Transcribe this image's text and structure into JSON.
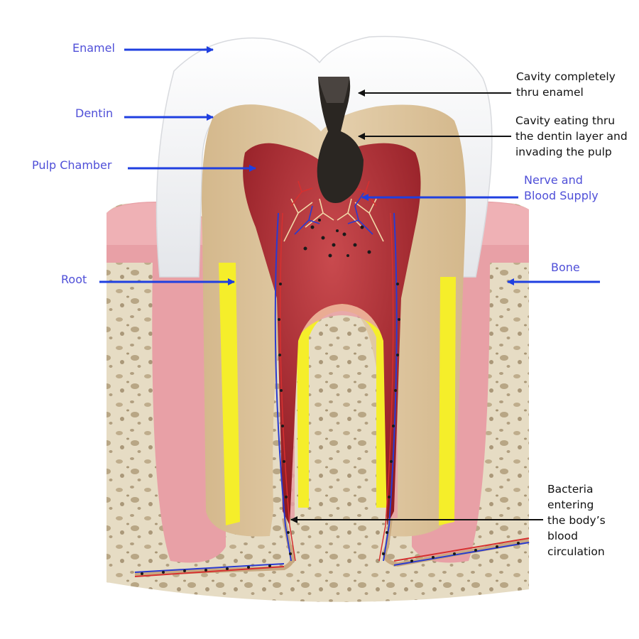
{
  "diagram": {
    "left_labels": {
      "enamel": "Enamel",
      "dentin": "Dentin",
      "pulp_chamber": "Pulp Chamber",
      "root": "Root"
    },
    "right_labels": {
      "nerve": [
        "Nerve and",
        "Blood Supply"
      ],
      "bone": "Bone"
    },
    "annotations": {
      "cavity_enamel": [
        "Cavity completely",
        "thru enamel"
      ],
      "cavity_dentin": [
        "Cavity eating thru",
        "the dentin layer and",
        "invading the pulp"
      ],
      "bacteria": [
        "Bacteria",
        "entering",
        "the body’s",
        "blood",
        "circulation"
      ]
    },
    "colors": {
      "label_blue": "#4f4fd8",
      "arrow_blue": "#1f3fe0",
      "enamel": "#f1f2f4",
      "dentin": "#dcc4a0",
      "pulp": "#a8262e",
      "gum": "#e8a0a6",
      "bone": "#e6dcc4",
      "root_band": "#f5ee2a",
      "cavity": "#2a2622"
    }
  }
}
